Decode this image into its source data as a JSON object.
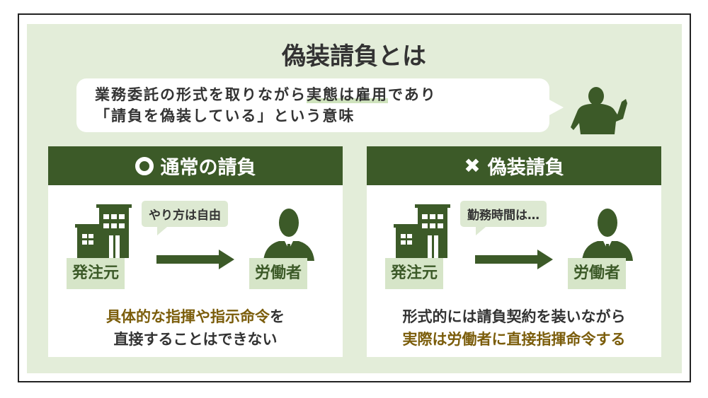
{
  "title": "偽装請負とは",
  "intro": {
    "line1_pre": "業務委託の形式を取りながら",
    "line1_hl": "実態は雇用",
    "line1_post": "であり",
    "line2": "「請負を偽装している」という意味"
  },
  "normal": {
    "header": "通常の請負",
    "speech": "やり方は自由",
    "client": "発注元",
    "worker": "労働者",
    "desc_gold": "具体的な指揮や指示命令",
    "desc_post": "を",
    "desc_line2": "直接することはできない"
  },
  "disguised": {
    "header": "偽装請負",
    "speech": "勤務時間は…",
    "client": "発注元",
    "worker": "労働者",
    "desc_line1": "形式的には請負契約を装いながら",
    "desc_gold": "実際は労働者に直接指揮命令する"
  },
  "colors": {
    "dark_green": "#3c5a28",
    "light_green": "#e3edd9",
    "gold": "#7b5d0b"
  }
}
